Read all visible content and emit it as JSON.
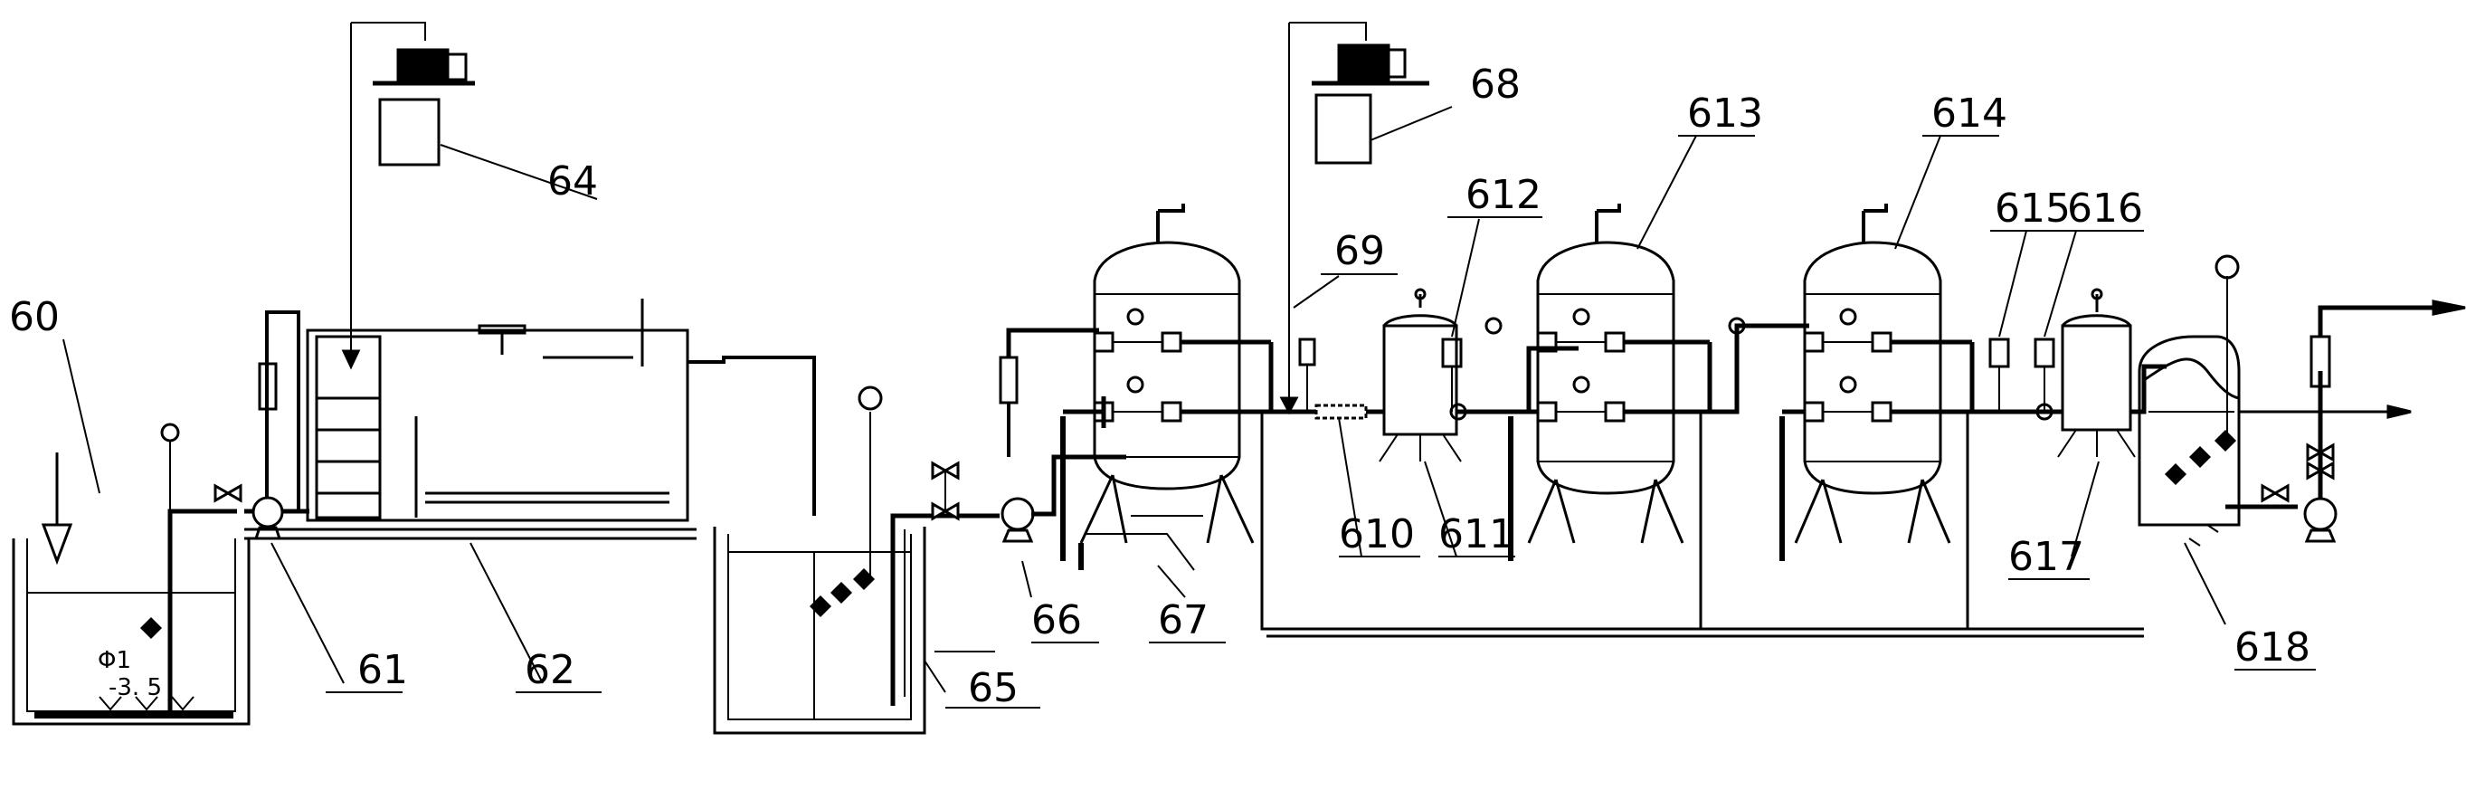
{
  "labels": {
    "l60": "60",
    "l61": "61",
    "l62": "62",
    "l64": "64",
    "l65": "65",
    "l66": "66",
    "l67": "67",
    "l68": "68",
    "l69": "69",
    "l610": "610",
    "l611": "611",
    "l612": "612",
    "l613": "613",
    "l614": "614",
    "l615": "615",
    "l616": "616",
    "l617": "617",
    "l618": "618"
  },
  "annotations": {
    "diameter": "Φ1",
    "depth": "-3. 5"
  }
}
